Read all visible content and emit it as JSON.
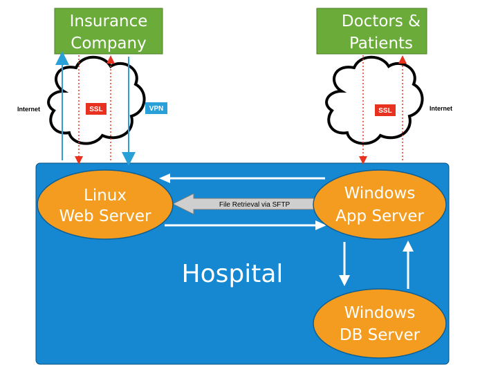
{
  "boxes": {
    "insurance": {
      "line1": "Insurance",
      "line2": "Company"
    },
    "doctors": {
      "line1": "Doctors &",
      "line2": "Patients"
    }
  },
  "hospital": {
    "label": "Hospital"
  },
  "servers": {
    "linux": {
      "line1": "Linux",
      "line2": "Web Server"
    },
    "win_app": {
      "line1": "Windows",
      "line2": "App Server"
    },
    "win_db": {
      "line1": "Windows",
      "line2": "DB Server"
    }
  },
  "clouds": {
    "left_internet": "Internet",
    "right_internet": "Internet",
    "left_ssl": "SSL",
    "right_ssl": "SSL",
    "vpn": "VPN"
  },
  "arrows": {
    "sftp_label": "File Retrieval via SFTP"
  },
  "colors": {
    "green": "#6aab3a",
    "hospital_blue": "#1688d1",
    "orange": "#f39c1f",
    "ssl_red": "#e8321f",
    "vpn_blue": "#2aa0d8",
    "dotted_red": "#e8321f",
    "arrow_blue": "#2aa0d8"
  }
}
